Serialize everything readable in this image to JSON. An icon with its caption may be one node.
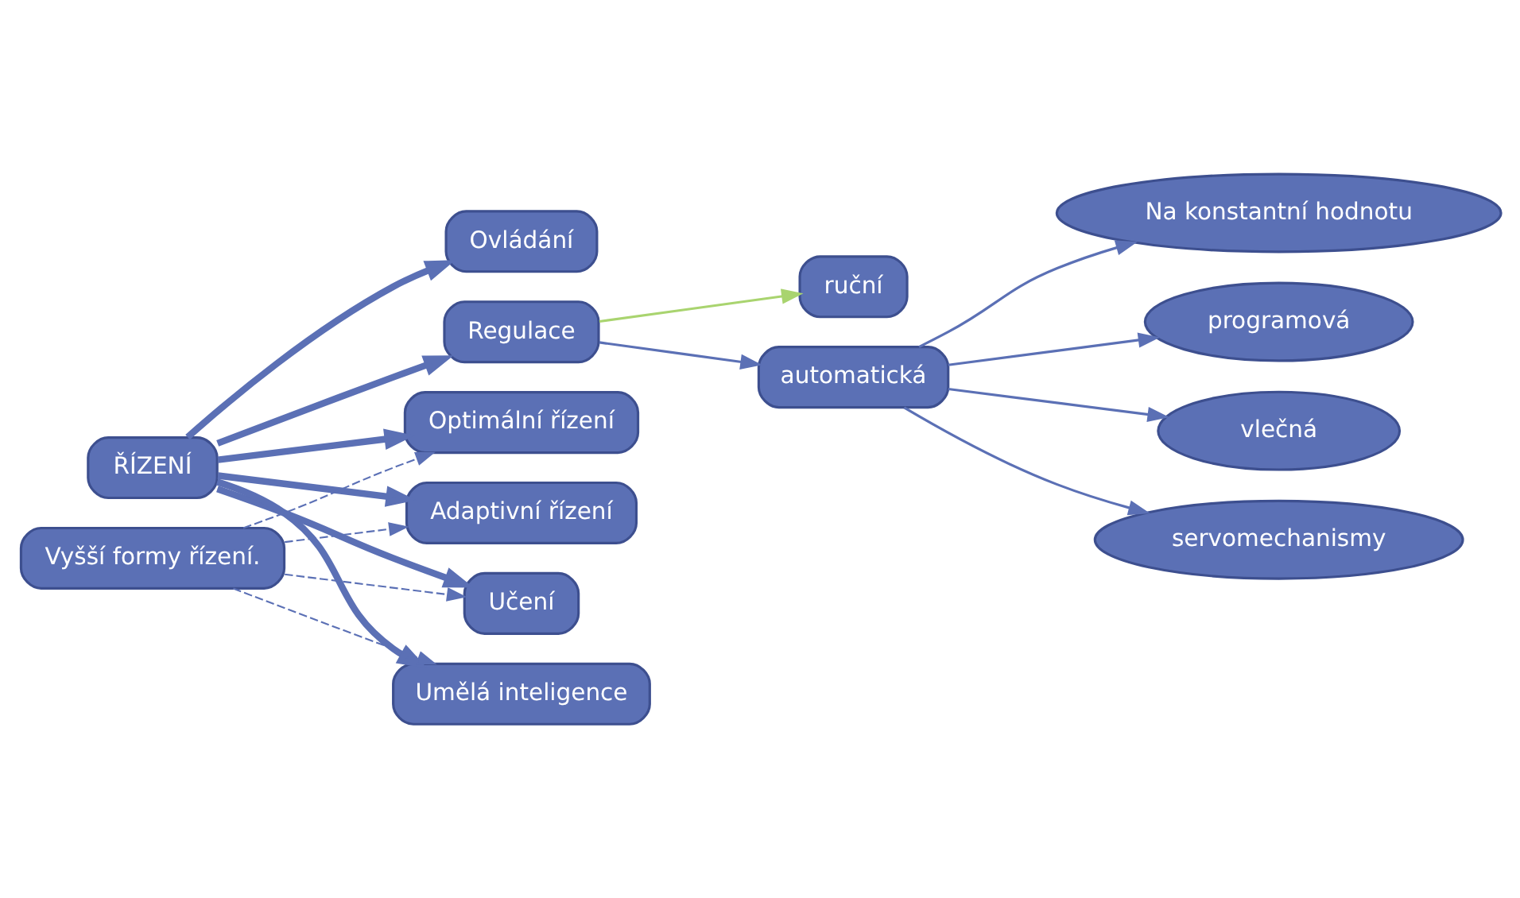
{
  "diagram": {
    "nodes": [
      {
        "text": [
          "ŘÍZENÍ"
        ]
      },
      {
        "text": [
          "Ovládání"
        ]
      },
      {
        "text": [
          "Regulace"
        ]
      },
      {
        "text": [
          "Optimální řízení"
        ]
      },
      {
        "text": [
          "Adaptivní řízení"
        ]
      },
      {
        "text": [
          "Učení"
        ]
      },
      {
        "text": [
          "Umělá inteligence"
        ]
      },
      {
        "text": [
          "Vyšší formy řízení."
        ]
      },
      {
        "text": [
          "ruční"
        ]
      },
      {
        "text": [
          "automatická"
        ]
      },
      {
        "text": [
          "Na konstantní hodnotu"
        ]
      },
      {
        "text": [
          "programová"
        ]
      },
      {
        "text": [
          "vlečná"
        ]
      },
      {
        "text": [
          "servomechanismy"
        ]
      }
    ],
    "edges": [
      {
        "from": 0,
        "to": 1,
        "arrow": "to",
        "style": "thick"
      },
      {
        "from": 0,
        "to": 2,
        "arrow": "to",
        "style": "thick"
      },
      {
        "from": 0,
        "to": 3,
        "arrow": "to",
        "style": "thick"
      },
      {
        "from": 0,
        "to": 4,
        "arrow": "to",
        "style": "thick"
      },
      {
        "from": 0,
        "to": 5,
        "arrow": "to",
        "style": "thick"
      },
      {
        "from": 0,
        "to": 6,
        "arrow": "to",
        "style": "thick"
      },
      {
        "from": 7,
        "to": 3,
        "arrow": "to",
        "style": "dashed"
      },
      {
        "from": 7,
        "to": 4,
        "arrow": "to",
        "style": "dashed"
      },
      {
        "from": 7,
        "to": 5,
        "arrow": "to",
        "style": "dashed"
      },
      {
        "from": 7,
        "to": 6,
        "arrow": "to",
        "style": "dashed"
      },
      {
        "from": 2,
        "to": 8,
        "arrow": "to",
        "color": "#a9d46f"
      },
      {
        "from": 2,
        "to": 9,
        "arrow": "to"
      },
      {
        "from": 9,
        "to": 10,
        "arrow": "to"
      },
      {
        "from": 9,
        "to": 11,
        "arrow": "to"
      },
      {
        "from": 9,
        "to": 12,
        "arrow": "to"
      },
      {
        "from": 9,
        "to": 13,
        "arrow": "to"
      }
    ]
  }
}
